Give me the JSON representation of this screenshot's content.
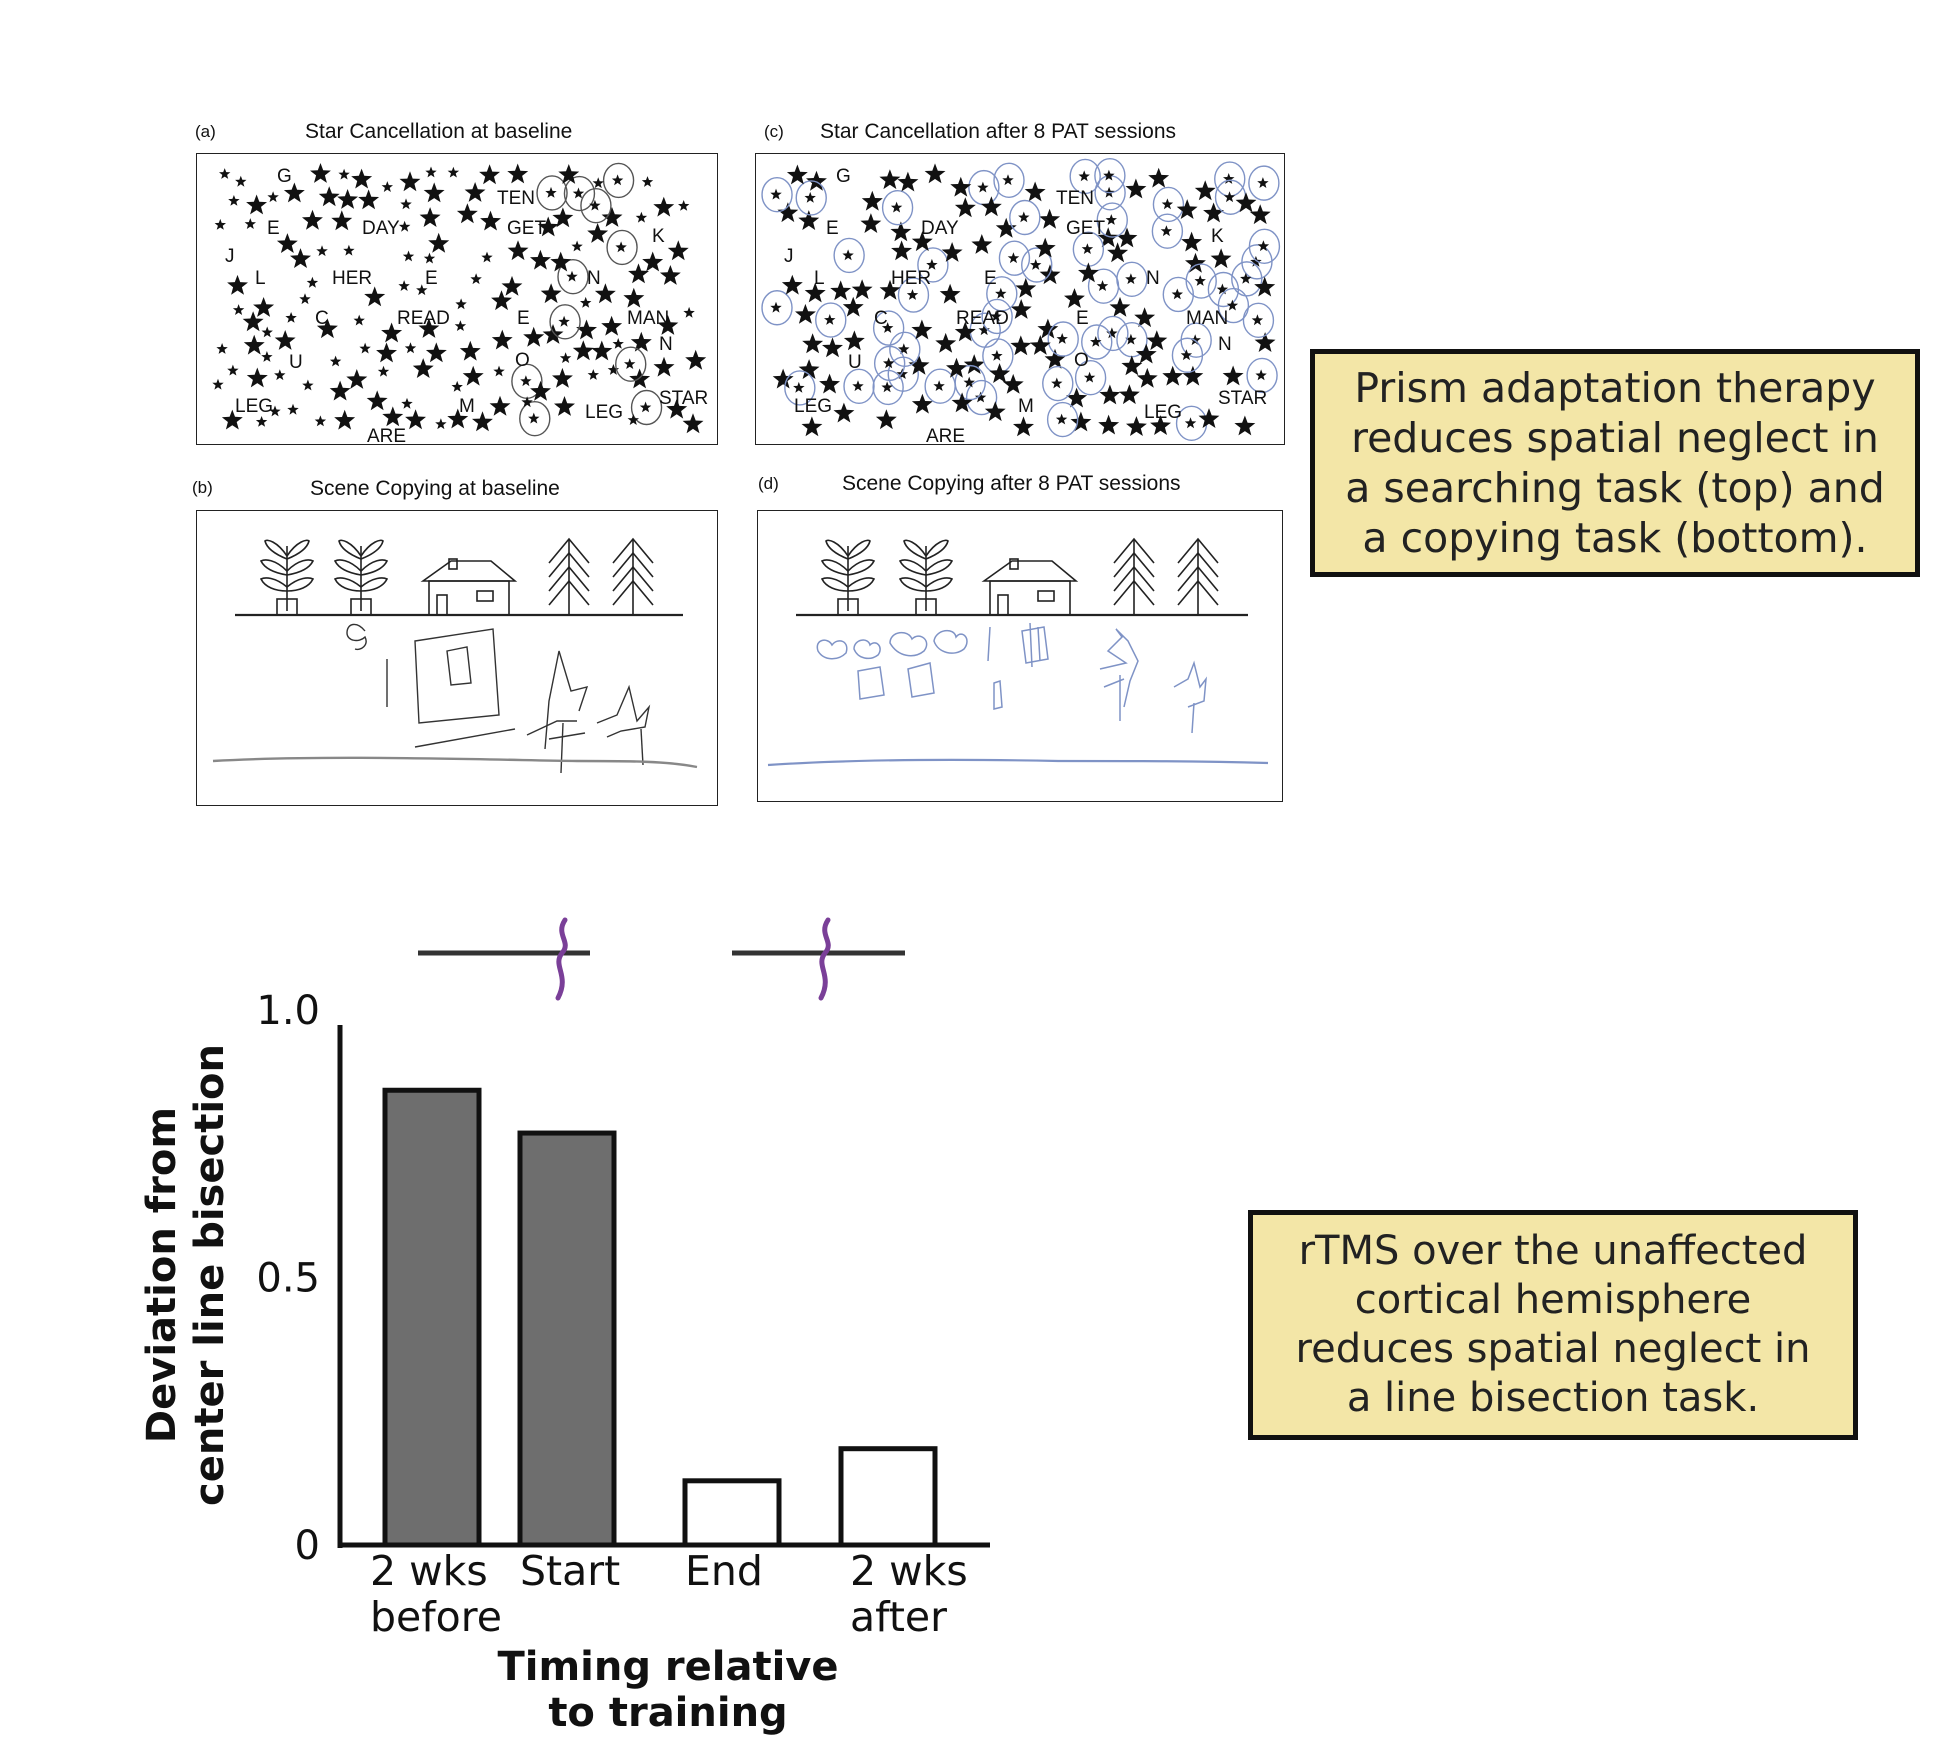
{
  "panels": {
    "a": {
      "letter": "(a)",
      "title": "Star Cancellation at baseline"
    },
    "b": {
      "letter": "(b)",
      "title": "Scene Copying at baseline"
    },
    "c": {
      "letter": "(c)",
      "title": "Star Cancellation after 8 PAT sessions"
    },
    "d": {
      "letter": "(d)",
      "title": "Scene Copying after 8 PAT sessions"
    }
  },
  "star_task_words": [
    "G",
    "TEN",
    "E",
    "DAY",
    "GET",
    "K",
    "J",
    "L",
    "HER",
    "E",
    "N",
    "C",
    "READ",
    "E",
    "MAN",
    "N",
    "U",
    "O",
    "STAR",
    "LEG",
    "M",
    "LEG",
    "ARE"
  ],
  "callouts": {
    "prism": [
      "Prism adaptation therapy",
      "reduces spatial neglect in",
      "a searching task (top) and",
      "a copying task (bottom)."
    ],
    "rtms": [
      "rTMS over the unaffected",
      "cortical hemisphere",
      "reduces spatial neglect in",
      "a line bisection task."
    ]
  },
  "chart_data": {
    "type": "bar",
    "categories": [
      "2 wks before",
      "Start",
      "End",
      "2 wks after"
    ],
    "category_lines": [
      [
        "2 wks",
        "before"
      ],
      [
        "Start"
      ],
      [
        "End"
      ],
      [
        "2 wks",
        "after"
      ]
    ],
    "values": [
      0.85,
      0.77,
      0.12,
      0.18
    ],
    "bar_fills": [
      "#6e6e6e",
      "#6e6e6e",
      "#ffffff",
      "#ffffff"
    ],
    "ylim": [
      0,
      1.0
    ],
    "yticks": [
      "0",
      "0.5",
      "1.0"
    ],
    "ylabel": [
      "Deviation from",
      "center line bisection"
    ],
    "xlabel": [
      "Timing relative",
      "to training"
    ],
    "title": "",
    "stimulus_line_color": "#333333",
    "squiggle_color": "#7a3f98"
  }
}
